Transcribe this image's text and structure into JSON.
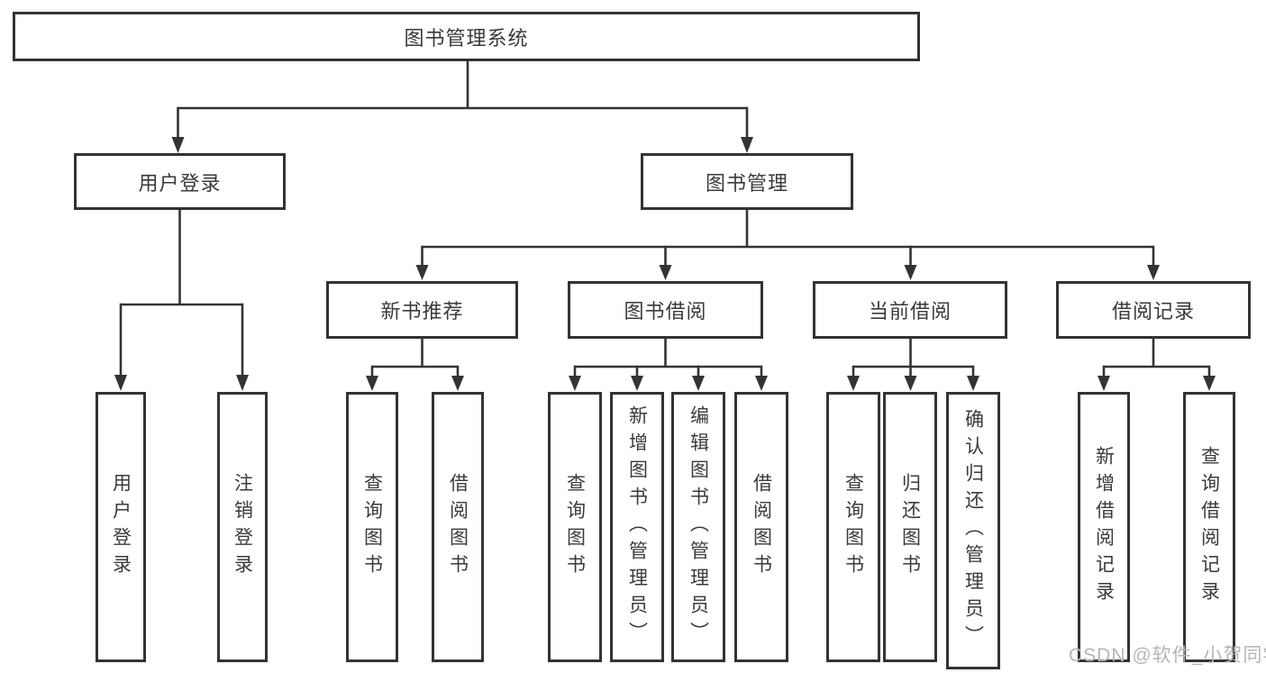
{
  "tree": {
    "root": {
      "label": "图书管理系统"
    },
    "branches": [
      {
        "label": "用户登录",
        "children": [
          {
            "label": "用户登录"
          },
          {
            "label": "注销登录"
          }
        ]
      },
      {
        "label": "图书管理",
        "children": [
          {
            "label": "新书推荐",
            "children": [
              {
                "label": "查询图书"
              },
              {
                "label": "借阅图书"
              }
            ]
          },
          {
            "label": "图书借阅",
            "children": [
              {
                "label": "查询图书"
              },
              {
                "label": "新增图书（管理员）"
              },
              {
                "label": "编辑图书（管理员）"
              },
              {
                "label": "借阅图书"
              }
            ]
          },
          {
            "label": "当前借阅",
            "children": [
              {
                "label": "查询图书"
              },
              {
                "label": "归还图书"
              },
              {
                "label": "确认归还（管理员）"
              }
            ]
          },
          {
            "label": "借阅记录",
            "children": [
              {
                "label": "新增借阅记录"
              },
              {
                "label": "查询借阅记录"
              }
            ]
          }
        ]
      }
    ]
  },
  "watermark": {
    "text": "CSDN @软件_小贺同学"
  },
  "colors": {
    "line": "#333333",
    "border": "#333333",
    "text": "#3a3a3a",
    "background": "#ffffff",
    "watermark": "#b6b6b6"
  }
}
